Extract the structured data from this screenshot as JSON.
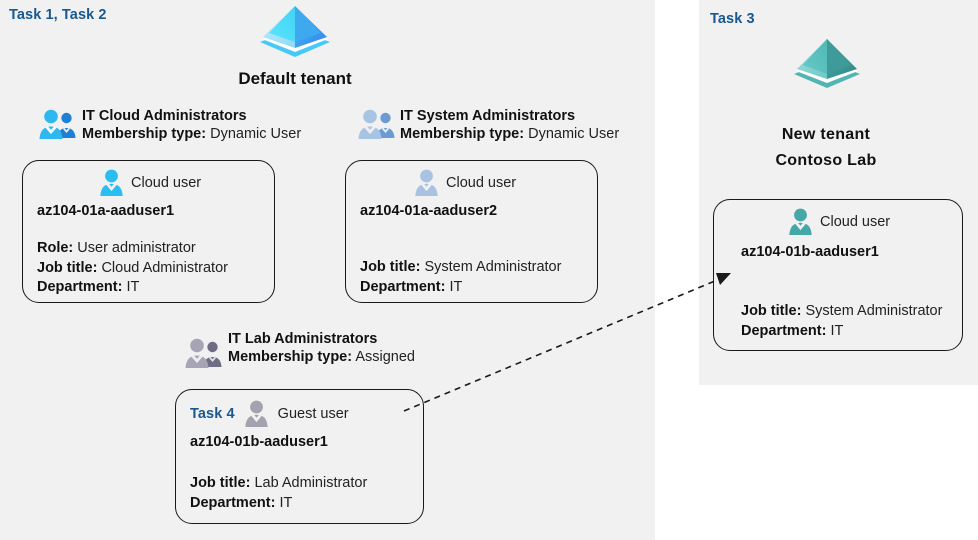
{
  "panels": {
    "left": {
      "task_label": "Task 1, Task 2"
    },
    "right": {
      "task_label": "Task 3"
    }
  },
  "tenants": [
    {
      "name": "Default tenant",
      "icon": "azure-ad-tenant-icon",
      "color": "#3fc8f4"
    },
    {
      "name_line1": "New  tenant",
      "name_line2": "Contoso Lab",
      "icon": "azure-ad-tenant-icon",
      "color": "#4fb3b0"
    }
  ],
  "groups": [
    {
      "title": "IT Cloud Administrators",
      "membership_label": "Membership type:",
      "membership_value": "Dynamic User",
      "icon": "group-users-icon",
      "color": "#2fb7ef"
    },
    {
      "title": "IT System Administrators",
      "membership_label": "Membership type:",
      "membership_value": "Dynamic User",
      "icon": "group-users-icon",
      "color": "#9bb9dd"
    },
    {
      "title": "IT Lab Administrators",
      "membership_label": "Membership type:",
      "membership_value": "Assigned",
      "icon": "group-users-icon",
      "color": "#9a98ad"
    }
  ],
  "users": [
    {
      "type_label": "Cloud user",
      "icon": "cloud-user-icon",
      "color": "#29bdf0",
      "name": "az104-01a-aaduser1",
      "attributes": [
        {
          "label": "Role:",
          "value": "User administrator"
        },
        {
          "label": "Job title:",
          "value": "Cloud Administrator"
        },
        {
          "label": "Department:",
          "value": "IT"
        }
      ]
    },
    {
      "type_label": "Cloud user",
      "icon": "cloud-user-icon",
      "color": "#a9c2e2",
      "name": "az104-01a-aaduser2",
      "attributes": [
        {
          "label": "Job title:",
          "value": "System Administrator"
        },
        {
          "label": "Department:",
          "value": "IT"
        }
      ]
    },
    {
      "task_tag": "Task 4",
      "type_label": "Guest user",
      "icon": "guest-user-icon",
      "color": "#a3a3af",
      "name": "az104-01b-aaduser1",
      "attributes": [
        {
          "label": "Job title:",
          "value": "Lab Administrator"
        },
        {
          "label": "Department:",
          "value": "IT"
        }
      ]
    },
    {
      "type_label": "Cloud user",
      "icon": "cloud-user-icon",
      "color": "#46a8a6",
      "name": "az104-01b-aaduser1",
      "attributes": [
        {
          "label": "Job title:",
          "value": "System Administrator"
        },
        {
          "label": "Department:",
          "value": "IT"
        }
      ]
    }
  ],
  "connector": {
    "name": "guest-invite-arrow",
    "style": "dashed-arrow"
  },
  "colors": {
    "task_blue": "#19588f",
    "panel_bg": "#f1f1f1",
    "card_border": "#1a1a1a"
  }
}
